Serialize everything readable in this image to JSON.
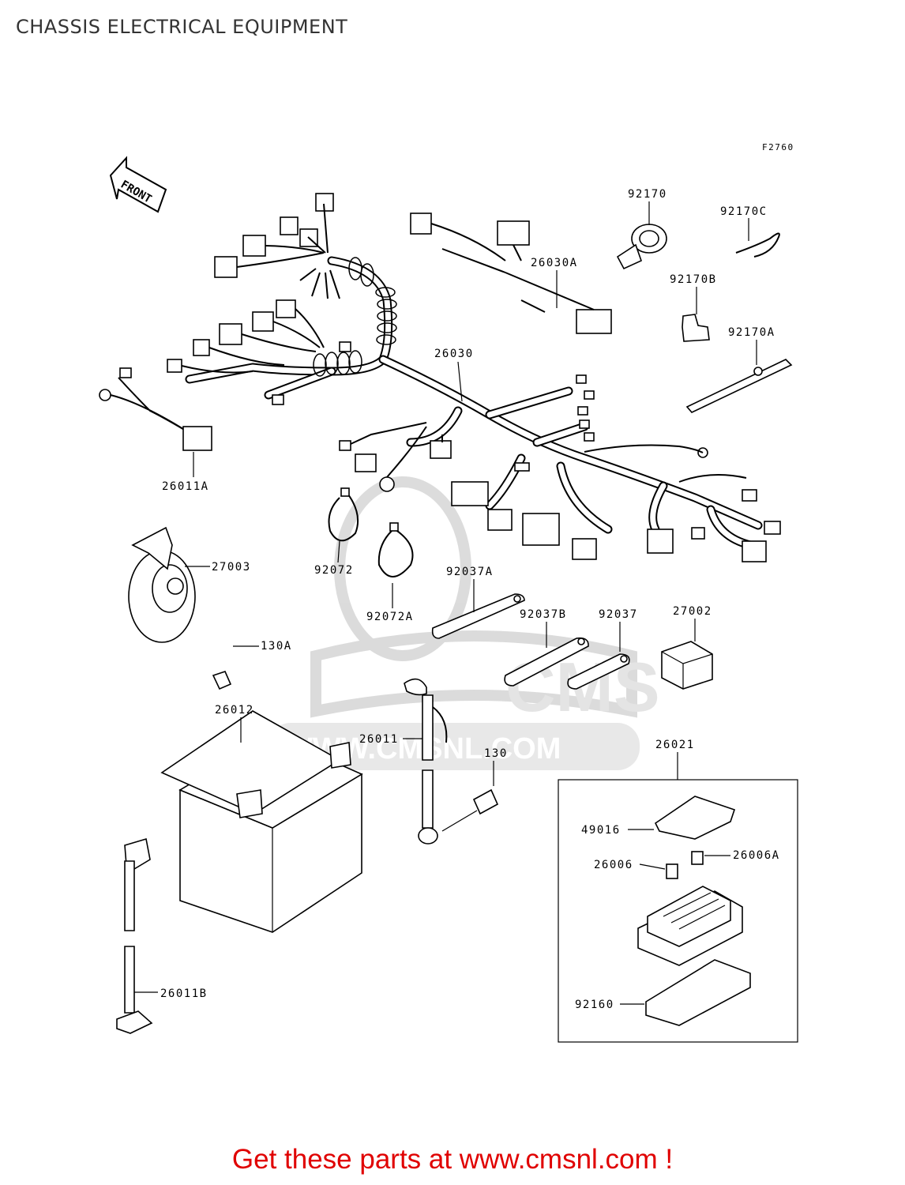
{
  "page": {
    "title": "CHASSIS ELECTRICAL EQUIPMENT"
  },
  "figure": {
    "code": "F2760",
    "front_marker": "FRONT"
  },
  "parts": {
    "p26011A": "26011A",
    "p27003": "27003",
    "p130A": "130A",
    "p26030": "26030",
    "p26030A": "26030A",
    "p92170": "92170",
    "p92170C": "92170C",
    "p92170B": "92170B",
    "p92170A": "92170A",
    "p92072": "92072",
    "p92072A": "92072A",
    "p92037A": "92037A",
    "p92037B": "92037B",
    "p92037": "92037",
    "p27002": "27002",
    "p26012": "26012",
    "p26011": "26011",
    "p130": "130",
    "p26021": "26021",
    "p49016": "49016",
    "p26006": "26006",
    "p26006A": "26006A",
    "p92160": "92160",
    "p26011B": "26011B"
  },
  "watermark": {
    "text": "WWW.CMSNL.COM",
    "logo": "CMS"
  },
  "footer": {
    "cta": "Get these parts at www.cmsnl.com !"
  }
}
